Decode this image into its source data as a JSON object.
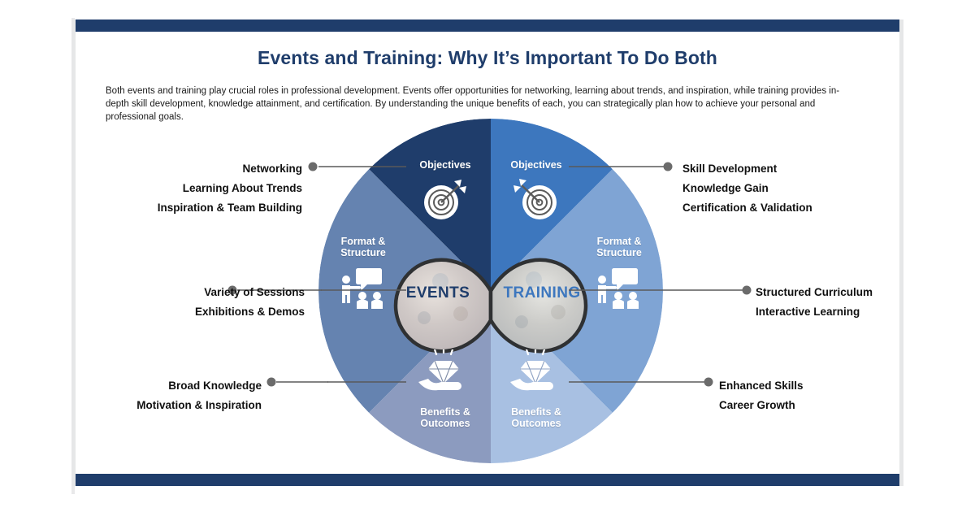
{
  "slide": {
    "title": "Events and Training: Why It’s Important To Do Both",
    "intro": "Both events and training play crucial roles in professional development. Events offer opportunities for networking, learning about trends, and inspiration, while training provides in-depth skill development, knowledge attainment, and certification. By understanding the unique benefits of each, you can strategically plan how to achieve your personal and professional goals."
  },
  "center": {
    "left_word": "EVENTS",
    "right_word": "TRAINING"
  },
  "segments": {
    "objectives_left": {
      "label": "Objectives",
      "icon": "target-icon",
      "color": "#1f3d6b"
    },
    "objectives_right": {
      "label": "Objectives",
      "icon": "target-icon",
      "color": "#3d77be"
    },
    "format_left": {
      "label_line1": "Format &",
      "label_line2": "Structure",
      "icon": "presenter-audience-icon",
      "color": "#6583b0"
    },
    "format_right": {
      "label_line1": "Format &",
      "label_line2": "Structure",
      "icon": "presenter-audience-icon",
      "color": "#7fa4d4"
    },
    "benefits_left": {
      "label_line1": "Benefits &",
      "label_line2": "Outcomes",
      "icon": "hand-diamond-icon",
      "color": "#8c9bbf"
    },
    "benefits_right": {
      "label_line1": "Benefits &",
      "label_line2": "Outcomes",
      "icon": "hand-diamond-icon",
      "color": "#a8c0e2"
    }
  },
  "callouts": {
    "left": [
      {
        "lines": [
          "Networking",
          "Learning About Trends",
          "Inspiration & Team Building"
        ]
      },
      {
        "lines": [
          "Variety of Sessions",
          "Exhibitions & Demos"
        ]
      },
      {
        "lines": [
          "Broad Knowledge",
          "Motivation & Inspiration"
        ]
      }
    ],
    "right": [
      {
        "lines": [
          "Skill Development",
          "Knowledge Gain",
          "Certification & Validation"
        ]
      },
      {
        "lines": [
          "Structured Curriculum",
          "Interactive Learning"
        ]
      },
      {
        "lines": [
          "Enhanced Skills",
          "Career Growth"
        ]
      }
    ]
  },
  "colors": {
    "brand_navy": "#1f3d6b",
    "brand_blue": "#3d77be",
    "leader_line": "#5a5a5a",
    "text_dark": "#111111"
  }
}
